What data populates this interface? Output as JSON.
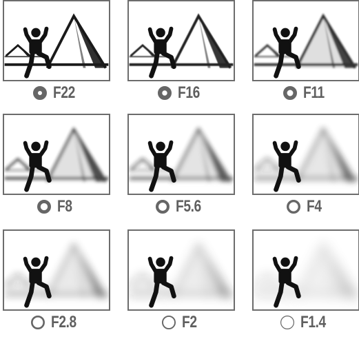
{
  "figure": {
    "cells": [
      {
        "label": "F22",
        "blur": 0.0
      },
      {
        "label": "F16",
        "blur": 0.5
      },
      {
        "label": "F11",
        "blur": 1.4
      },
      {
        "label": "F8",
        "blur": 2.4
      },
      {
        "label": "F5.6",
        "blur": 3.4
      },
      {
        "label": "F4",
        "blur": 4.6
      },
      {
        "label": "F2.8",
        "blur": 5.8
      },
      {
        "label": "F2",
        "blur": 7.2
      },
      {
        "label": "F1.4",
        "blur": 8.8
      }
    ],
    "colors": {
      "frame_border": "#6c6c6c",
      "label_text": "#5f5f5f",
      "icon_ring": "#666666",
      "figure": "#111111",
      "background_lines": "#1a1a1a"
    },
    "icons": {
      "aperture": "aperture-icon",
      "climber": "climber-icon",
      "pyramid": "pyramid-icon"
    }
  }
}
